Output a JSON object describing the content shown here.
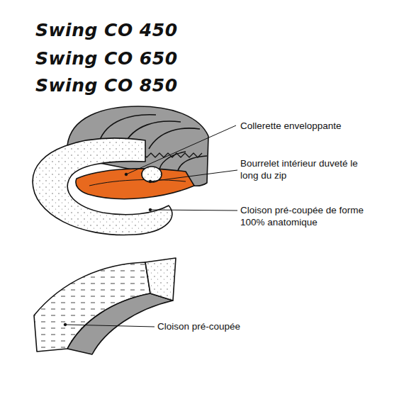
{
  "diagram": {
    "labels": [
      "Swing CO 450",
      "Swing CO 650",
      "Swing CO 850",
      "Collerette enveloppante",
      "Bourrelet intérieur duveté le long du zip",
      "Cloison pré-coupée de forme 100% anatomique",
      "Cloison pré-coupée"
    ]
  }
}
